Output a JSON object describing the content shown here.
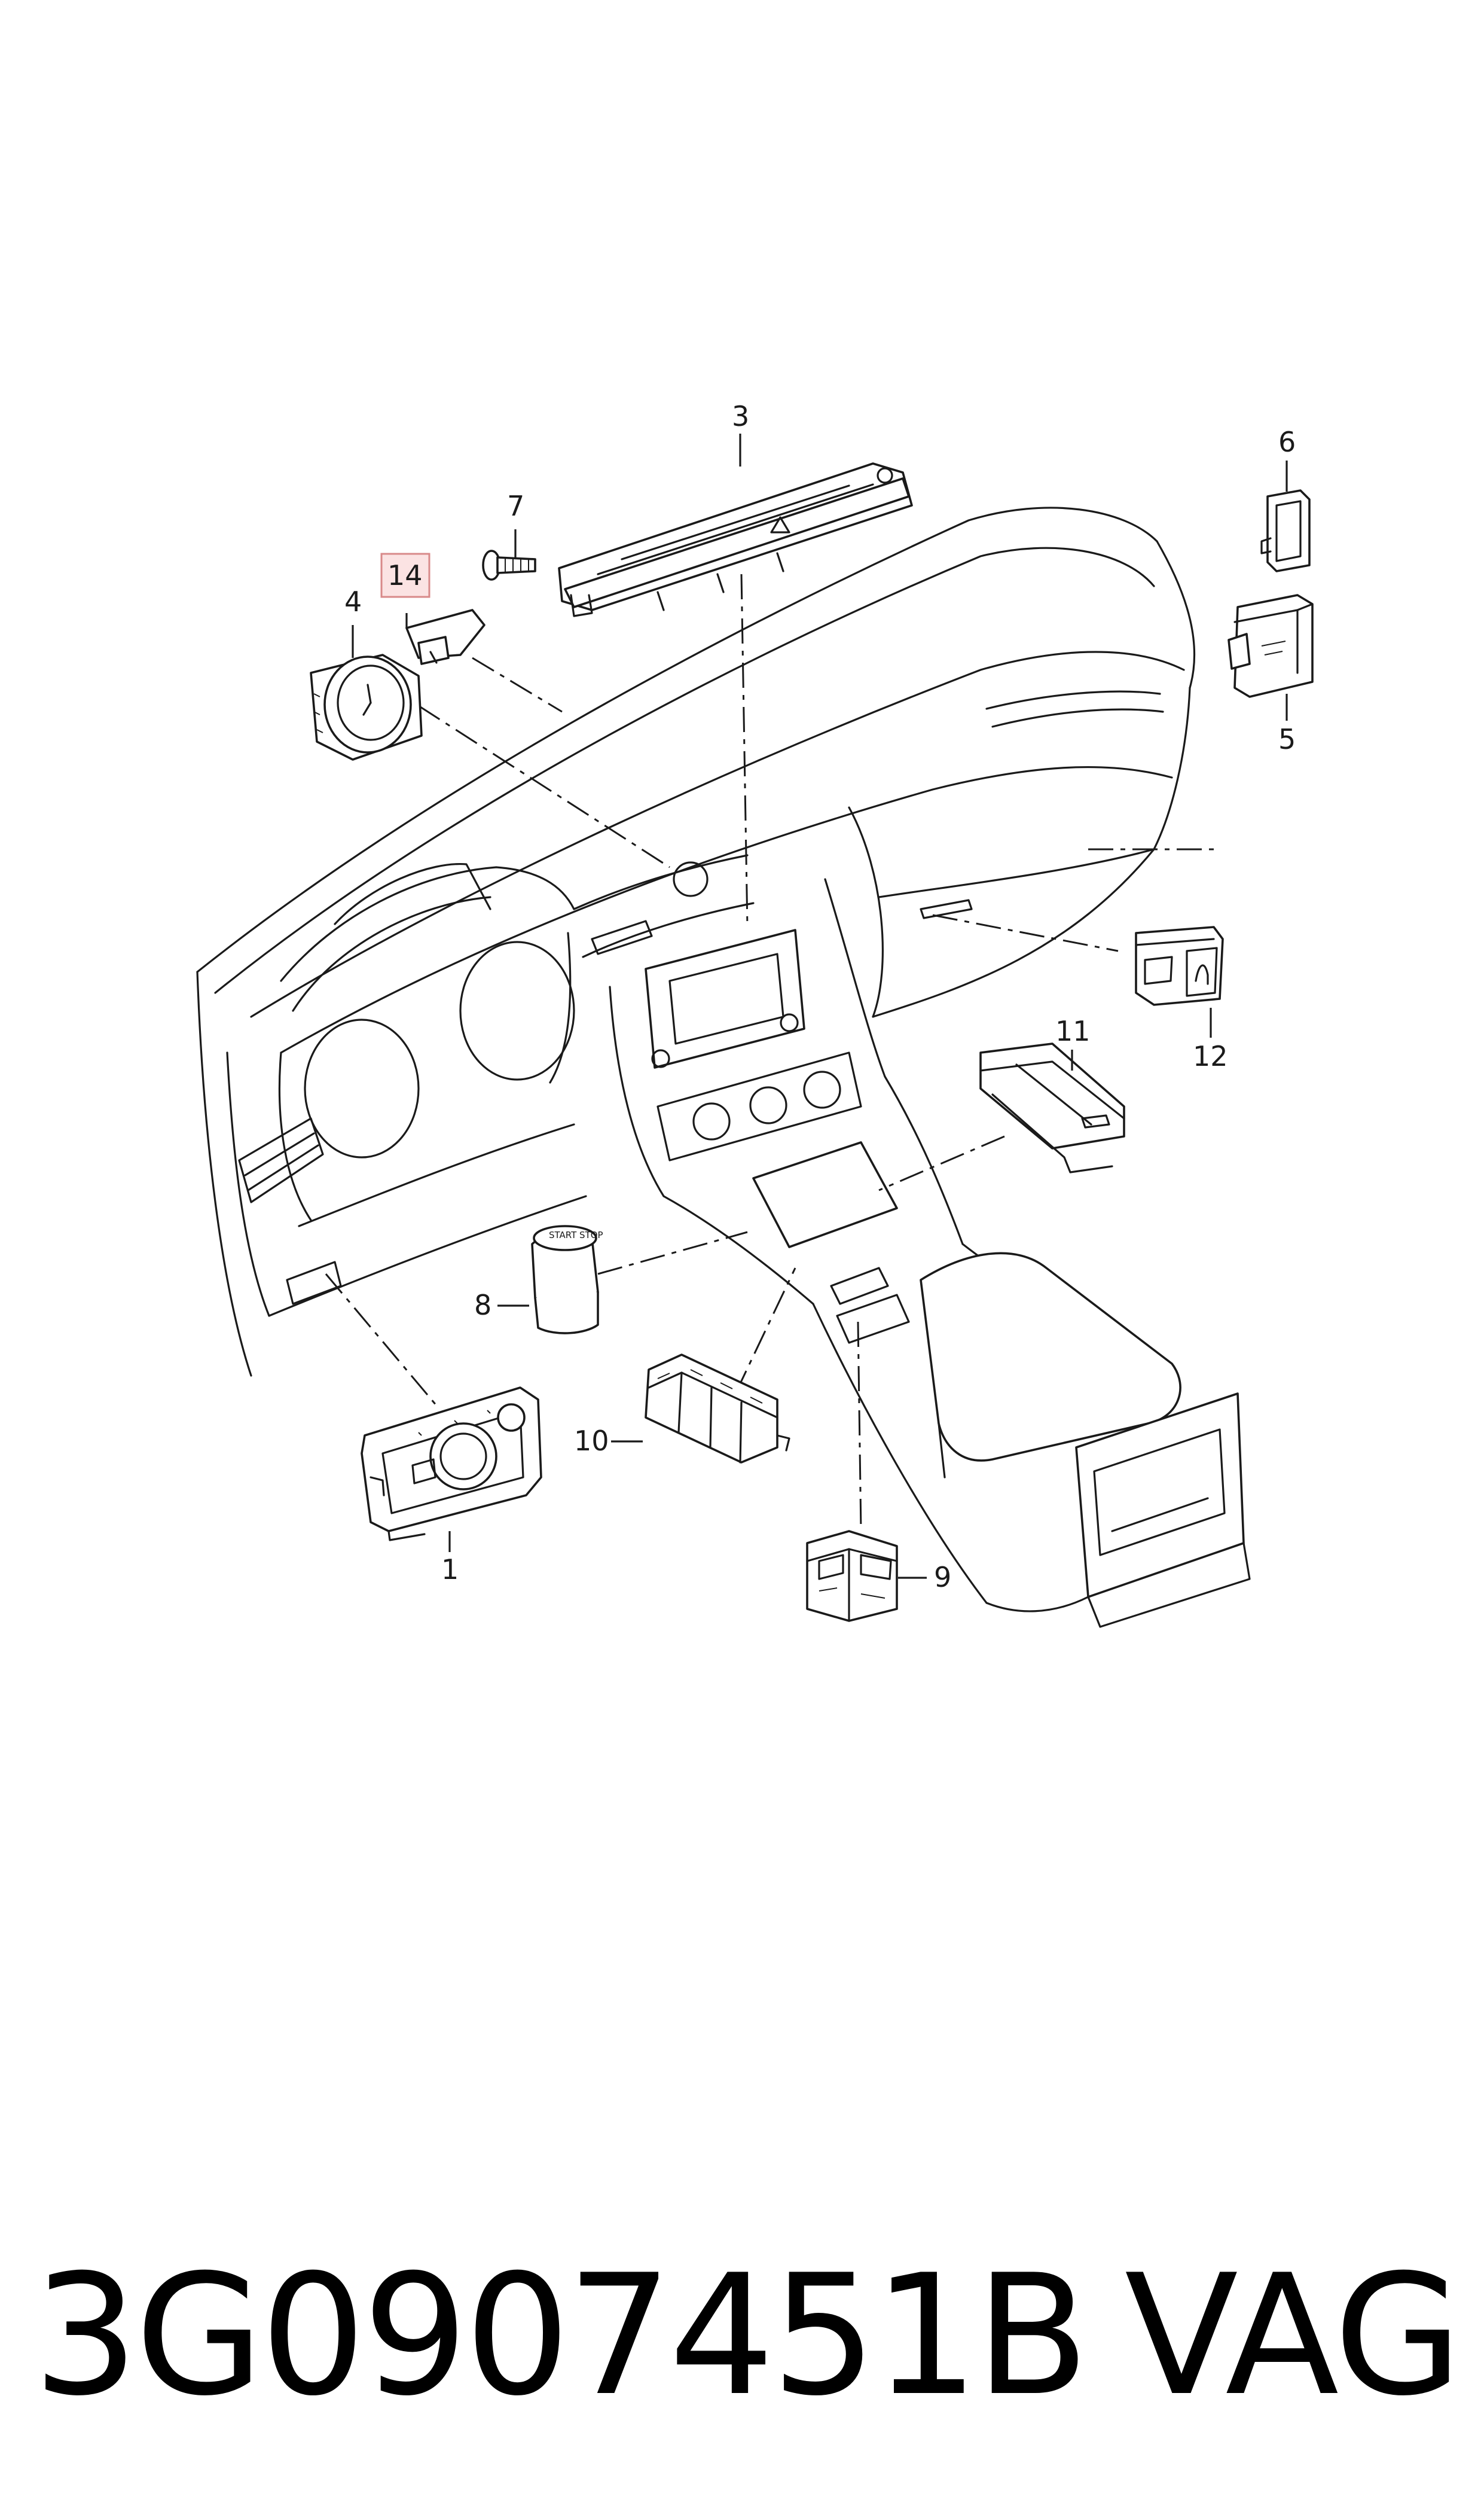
{
  "callouts": {
    "c1": "1",
    "c2": "3",
    "c3": "4",
    "c4": "5",
    "c5": "6",
    "c6": "7",
    "c7": "8",
    "c8": "9",
    "c9": "10",
    "c10": "11",
    "c11": "12",
    "c14": "14"
  },
  "highlight_color": "#fbe3e3",
  "part_labels": {
    "start_stop": "START STOP"
  },
  "footer": {
    "part_number": "3G0907451B",
    "brand": "VAG"
  }
}
